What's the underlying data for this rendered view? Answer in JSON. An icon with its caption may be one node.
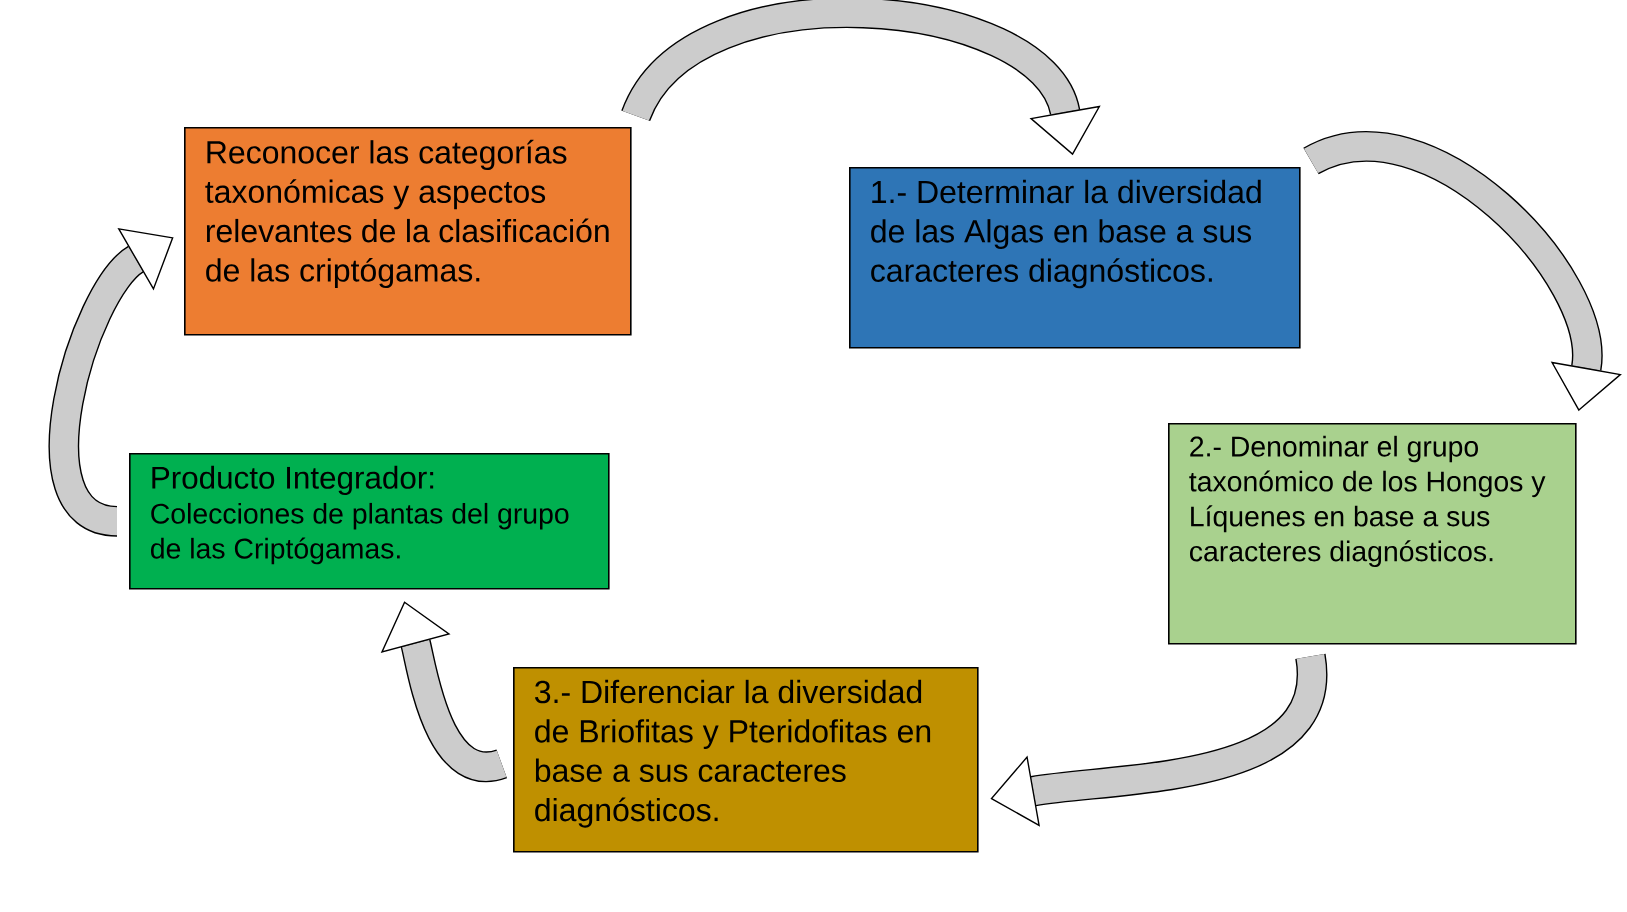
{
  "diagram": {
    "nodes": [
      {
        "text": [
          "Reconocer las categorías taxonómicas y aspectos relevantes de la clasificación de las criptógamas."
        ]
      },
      {
        "text": [
          "1.- Determinar la diversidad de las Algas en base a sus caracteres diagnósticos."
        ]
      },
      {
        "text": [
          "2.- Denominar el grupo taxonómico de los Hongos y Líquenes en base a sus caracteres diagnósticos."
        ]
      },
      {
        "text": [
          "3.- Diferenciar la diversidad de Briofitas y Pteridofitas en base a sus caracteres diagnósticos."
        ]
      },
      {
        "text": [
          "Producto Integrador:",
          "Colecciones de plantas del grupo de las Criptógamas."
        ]
      }
    ],
    "edges": [
      {
        "from": 0,
        "to": 1,
        "arrow": "to"
      },
      {
        "from": 1,
        "to": 2,
        "arrow": "to"
      },
      {
        "from": 2,
        "to": 3,
        "arrow": "to"
      },
      {
        "from": 3,
        "to": 4,
        "arrow": "to"
      },
      {
        "from": 4,
        "to": 0,
        "arrow": "to"
      }
    ]
  }
}
